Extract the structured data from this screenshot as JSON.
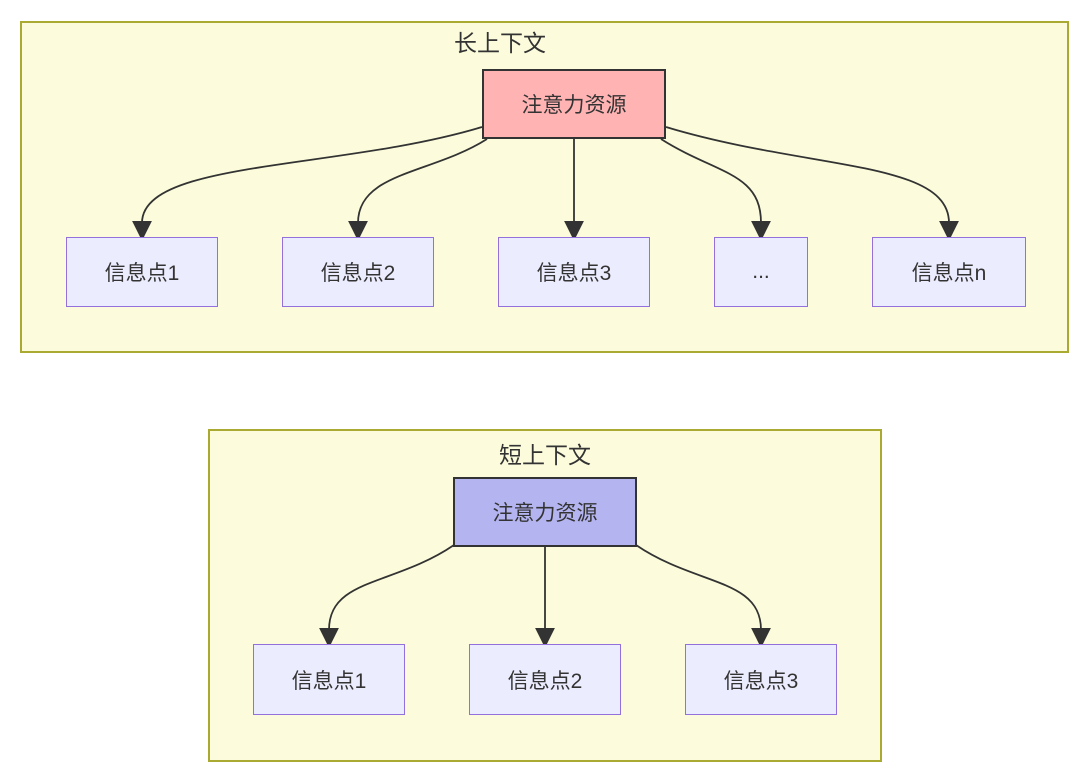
{
  "long_context": {
    "title": "长上下文",
    "hub_label": "注意力资源",
    "nodes": [
      "信息点1",
      "信息点2",
      "信息点3",
      "...",
      "信息点n"
    ]
  },
  "short_context": {
    "title": "短上下文",
    "hub_label": "注意力资源",
    "nodes": [
      "信息点1",
      "信息点2",
      "信息点3"
    ]
  },
  "colors": {
    "group_fill": "#fcfcdc",
    "group_border": "#aaaa33",
    "hub_long_fill": "#ffb3b3",
    "hub_short_fill": "#b4b4f0",
    "hub_border": "#333333",
    "node_fill": "#ececff",
    "node_border": "#9370db",
    "edge": "#333333",
    "text": "#333333",
    "page_background": "#ffffff"
  }
}
